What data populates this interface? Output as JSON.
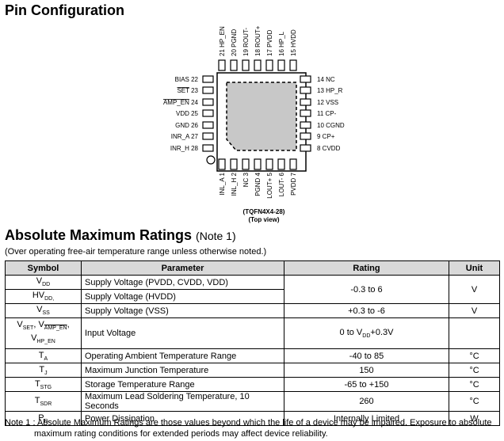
{
  "pin_config": {
    "title": "Pin Configuration",
    "package": "(TQFN4X4-28)",
    "view": "(Top view)",
    "pins_top": [
      "21 HP_EN",
      "20 PGND",
      "19 ROUT-",
      "18 ROUT+",
      "17 PVDD",
      "16 HP_L",
      "15 HVDD"
    ],
    "pins_left": [
      {
        "name": "BIAS",
        "num": "22",
        "overline": false
      },
      {
        "name": "SET",
        "num": "23",
        "overline": true
      },
      {
        "name": "AMP_EN",
        "num": "24",
        "overline": true
      },
      {
        "name": "VDD",
        "num": "25",
        "overline": false
      },
      {
        "name": "GND",
        "num": "26",
        "overline": false
      },
      {
        "name": "INR_A",
        "num": "27",
        "overline": false
      },
      {
        "name": "INR_H",
        "num": "28",
        "overline": false
      }
    ],
    "pins_right": [
      {
        "num": "14",
        "name": "NC"
      },
      {
        "num": "13",
        "name": "HP_R"
      },
      {
        "num": "12",
        "name": "VSS"
      },
      {
        "num": "11",
        "name": "CP-"
      },
      {
        "num": "10",
        "name": "CGND"
      },
      {
        "num": "9",
        "name": "CP+"
      },
      {
        "num": "8",
        "name": "CVDD"
      }
    ],
    "pins_bottom": [
      "INL_A 1",
      "INL_H 2",
      "NC 3",
      "PGND 4",
      "LOUT+ 5",
      "LOUT- 6",
      "PVDD 7"
    ]
  },
  "ratings": {
    "title": "Absolute Maximum Ratings",
    "title_note": "(Note 1)",
    "subtitle": "(Over operating free-air temperature range unless otherwise noted.)",
    "headers": {
      "symbol": "Symbol",
      "parameter": "Parameter",
      "rating": "Rating",
      "unit": "Unit"
    },
    "rows": {
      "vdd": {
        "param": "Supply Voltage (PVDD, CVDD, VDD)",
        "rating": "-0.3 to 6",
        "unit": "V"
      },
      "hvdd": {
        "param": "Supply Voltage (HVDD)"
      },
      "vss": {
        "param": "Supply Voltage (VSS)",
        "rating": "+0.3 to -6",
        "unit": "V"
      },
      "vin": {
        "param": "Input Voltage",
        "rating_prefix": "0 to V",
        "rating_sub": "DD",
        "rating_suffix": "+0.3V",
        "unit": ""
      },
      "ta": {
        "param": "Operating Ambient Temperature Range",
        "rating": "-40 to 85",
        "unit": "°C"
      },
      "tj": {
        "param": "Maximum Junction Temperature",
        "rating": "150",
        "unit": "°C"
      },
      "tstg": {
        "param": "Storage Temperature Range",
        "rating": "-65 to +150",
        "unit": "°C"
      },
      "tsdr": {
        "param": "Maximum Lead Soldering Temperature, 10 Seconds",
        "rating": "260",
        "unit": "°C"
      },
      "pd": {
        "param": "Power Dissipation",
        "rating": "Internally Limited",
        "unit": "W"
      }
    },
    "symbols": {
      "vdd": {
        "main": "V",
        "sub": "DD"
      },
      "hvdd": {
        "main": "HV",
        "sub": "DD,"
      },
      "vss": {
        "main": "V",
        "sub": "SS"
      },
      "vset": {
        "main": "V",
        "sub": "SET"
      },
      "vamp": {
        "main": "V",
        "sub": "AMP_EN"
      },
      "vhp": {
        "main": "V",
        "sub": "HP_EN"
      },
      "ta": {
        "main": "T",
        "sub": "A"
      },
      "tj": {
        "main": "T",
        "sub": "J"
      },
      "tstg": {
        "main": "T",
        "sub": "STG"
      },
      "tsdr": {
        "main": "T",
        "sub": "SDR"
      },
      "pd": {
        "main": "P",
        "sub": "D"
      }
    },
    "note_line1": "Note 1 : Absolute Maximum Ratings are those values beyond which the life of a device may be impaired. Exposure to absolute",
    "note_line2": "maximum rating conditions for extended periods may affect device reliability."
  }
}
